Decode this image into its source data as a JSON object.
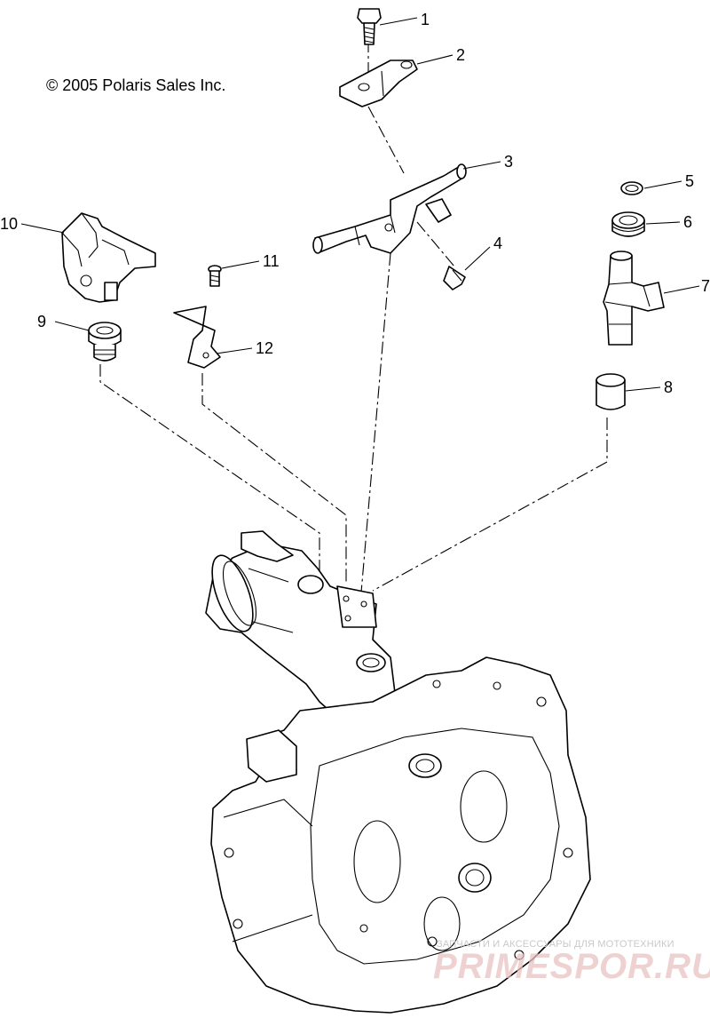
{
  "copyright": "© 2005 Polaris Sales Inc.",
  "callouts": [
    "1",
    "2",
    "3",
    "4",
    "5",
    "6",
    "7",
    "8",
    "9",
    "10",
    "11",
    "12"
  ],
  "watermark": {
    "tagline": "ЗАПЧАСТИ И АКСЕССУАРЫ ДЛЯ МОТОТЕХНИКИ",
    "site": "PRIMESPOR.RU"
  },
  "colors": {
    "line": "#000000",
    "background": "#ffffff",
    "watermark": "#e9c2c2"
  }
}
